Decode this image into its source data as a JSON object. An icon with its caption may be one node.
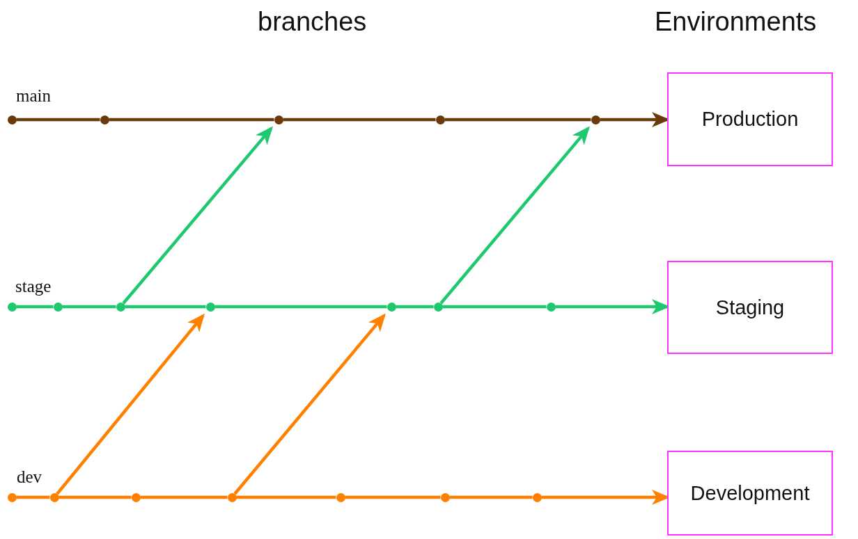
{
  "diagram": {
    "title": "branches",
    "nodes": [
      {
        "text": [
          "Production"
        ]
      },
      {
        "text": [
          "Staging"
        ]
      },
      {
        "text": [
          "Development"
        ]
      },
      {
        "text": [],
        "shape": "circle"
      },
      {
        "text": [],
        "shape": "circle"
      },
      {
        "text": [],
        "shape": "circle"
      },
      {
        "text": [],
        "shape": "circle"
      },
      {
        "text": [],
        "shape": "circle"
      },
      {
        "text": [],
        "shape": "circle"
      },
      {
        "text": [],
        "shape": "circle"
      },
      {
        "text": [],
        "shape": "circle"
      },
      {
        "text": [],
        "shape": "circle"
      },
      {
        "text": [],
        "shape": "circle"
      },
      {
        "text": [],
        "shape": "circle"
      },
      {
        "text": [],
        "shape": "circle"
      },
      {
        "text": [],
        "shape": "circle"
      },
      {
        "text": [],
        "shape": "circle"
      },
      {
        "text": [],
        "shape": "circle"
      },
      {
        "text": [],
        "shape": "circle"
      },
      {
        "text": [],
        "shape": "circle"
      },
      {
        "text": [],
        "shape": "circle"
      },
      {
        "text": [],
        "shape": "circle"
      }
    ],
    "edges": [
      {
        "from": 3,
        "to": 4,
        "arrow": "none",
        "color": "#6b3a0a"
      },
      {
        "from": 4,
        "to": 5,
        "arrow": "none",
        "color": "#6b3a0a"
      },
      {
        "from": 5,
        "to": 6,
        "arrow": "none",
        "color": "#6b3a0a"
      },
      {
        "from": 6,
        "to": 7,
        "arrow": "none",
        "color": "#6b3a0a"
      },
      {
        "from": 7,
        "to": 0,
        "arrow": "to",
        "color": "#6b3a0a"
      },
      {
        "from": 8,
        "to": 9,
        "arrow": "none",
        "color": "#1ec86e"
      },
      {
        "from": 9,
        "to": 10,
        "arrow": "none",
        "color": "#1ec86e"
      },
      {
        "from": 10,
        "to": 11,
        "arrow": "none",
        "color": "#1ec86e"
      },
      {
        "from": 11,
        "to": 12,
        "arrow": "none",
        "color": "#1ec86e"
      },
      {
        "from": 12,
        "to": 13,
        "arrow": "none",
        "color": "#1ec86e"
      },
      {
        "from": 13,
        "to": 14,
        "arrow": "none",
        "color": "#1ec86e"
      },
      {
        "from": 14,
        "to": 1,
        "arrow": "to",
        "color": "#1ec86e"
      },
      {
        "from": 15,
        "to": 16,
        "arrow": "none",
        "color": "#ff8000"
      },
      {
        "from": 16,
        "to": 17,
        "arrow": "none",
        "color": "#ff8000"
      },
      {
        "from": 17,
        "to": 18,
        "arrow": "none",
        "color": "#ff8000"
      },
      {
        "from": 18,
        "to": 19,
        "arrow": "none",
        "color": "#ff8000"
      },
      {
        "from": 19,
        "to": 20,
        "arrow": "none",
        "color": "#ff8000"
      },
      {
        "from": 20,
        "to": 21,
        "arrow": "none",
        "color": "#ff8000"
      },
      {
        "from": 21,
        "to": 2,
        "arrow": "to",
        "color": "#ff8000"
      },
      {
        "from": 10,
        "to": 5,
        "arrow": "to",
        "color": "#1ec86e"
      },
      {
        "from": 13,
        "to": 7,
        "arrow": "to",
        "color": "#1ec86e"
      },
      {
        "from": 16,
        "to": 11,
        "arrow": "to",
        "color": "#ff8000"
      },
      {
        "from": 18,
        "to": 12,
        "arrow": "to",
        "color": "#ff8000"
      }
    ],
    "labels": [
      "Environments",
      "main",
      "stage",
      "dev"
    ]
  }
}
